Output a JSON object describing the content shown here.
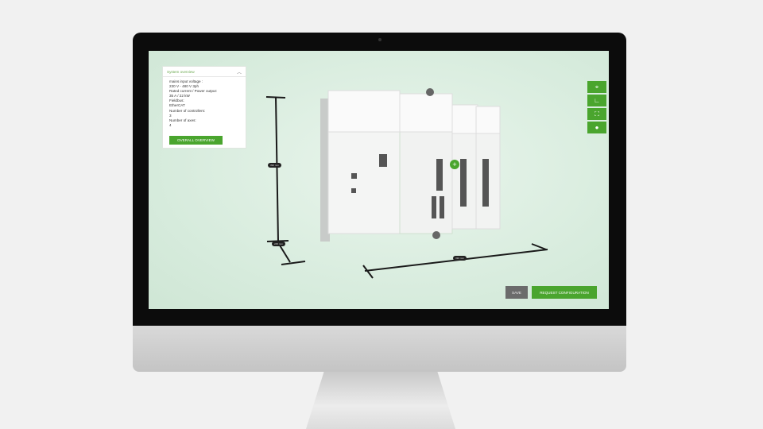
{
  "overview": {
    "title": "System overview",
    "lines": [
      "mains input voltage :",
      "230 V - 480 V 3ph",
      "Rated current / Power output:",
      "35 A / 22 kW",
      "Fieldbus:",
      "EtherCAT",
      "Number of controllers:",
      "3",
      "Number of axes:",
      "4"
    ],
    "button": "OVERALL OVERVIEW"
  },
  "dimensions": {
    "height": "390 mm",
    "depth": "245 mm",
    "width": "330 mm"
  },
  "tools": [
    "target-icon",
    "measure-icon",
    "fullscreen-icon",
    "info-icon"
  ],
  "actions": {
    "save": "SAVE",
    "request": "REQUEST CONFIGURATION"
  },
  "colors": {
    "accent": "#4aa52e",
    "save": "#6b6b6b"
  }
}
